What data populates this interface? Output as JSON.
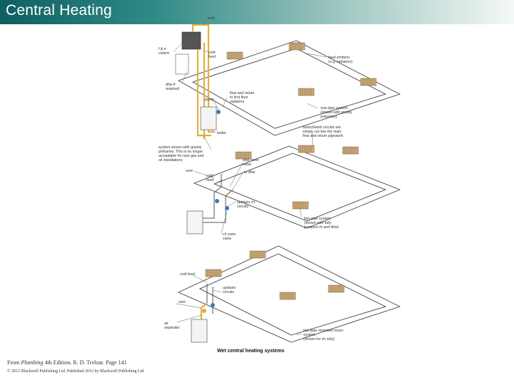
{
  "header": {
    "title": "Central Heating"
  },
  "figure": {
    "caption": "Wet central heating systems",
    "labels": {
      "vent_top": "vent",
      "f_and_e_cistern": "f & e\ncistern",
      "cold_feed_top": "cold\nfeed",
      "dhw_if_required": "dhw if\nrequired",
      "pump": "pump",
      "boiler": "boiler",
      "flow_return": "flow and return\nto first floor\nradiators",
      "heat_emitters": "heat emitters\n(e.g. radiators)",
      "one_pipe": "one pipe system\n(shown with gravity\nprimaries)",
      "branch_web": "branch/web circuits are\nsimply cut into the main\nflow and return pipework",
      "gravity_note": "system shown with gravity\nprimaries. This is no longer\nacceptable for new gas and\noil installations",
      "cold_feed_mid": "cold\nfeed",
      "vent_mid": "vent",
      "dhw_zone_valve": "dhw zone\nvalve",
      "to_dhw": "to dhw",
      "upstairs_ch": "upstairs ch\ncircuits",
      "ch_zone_valve": "ch zone\nvalve",
      "two_pipe": "two pipe system\n(shown with fully\npumped ch and dhw)",
      "cold_feed_bottom": "cold feed",
      "upstairs_circuits": "upstairs\ncircuits",
      "vent_bottom": "vent",
      "air_separator": "air\nseparator",
      "two_pipe_reversed": "two pipe reversed return\nsystem\n(shown for ch only)"
    }
  },
  "source": {
    "prefix": "From ",
    "book": "Plumbing",
    "rest": " 4th Edition. R. D. Treloar. Page 141"
  },
  "copyright": "© 2012 Blackwell Publishing Ltd. Published 2012 by Blackwell Publishing Ltd"
}
